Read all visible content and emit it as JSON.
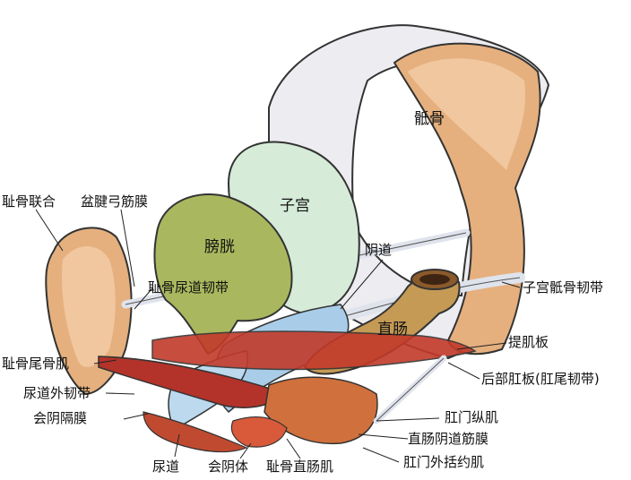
{
  "labels": {
    "sacrum": "骶骨",
    "uterus": "子宫",
    "bladder": "膀胱",
    "vagina": "阴道",
    "rectum": "直肠",
    "pubic_symphysis": "耻骨联合",
    "arcus_tendineus": "盆腱弓筋膜",
    "pubourethral_ligament": "耻骨尿道韧带",
    "uterosacral_ligament": "子宫骶骨韧带",
    "levator_plate": "提肌板",
    "pubococcygeus": "耻骨尾骨肌",
    "posterior_anal_plate": "后部肛板(肛尾韧带)",
    "external_urethral_ligament": "尿道外韧带",
    "perineal_membrane": "会阴隔膜",
    "longitudinal_anal_muscle": "肛门纵肌",
    "rectovaginal_fascia": "直肠阴道筋膜",
    "external_anal_sphincter": "肛门外括约肌",
    "urethra": "尿道",
    "perineal_body": "会阴体",
    "puborectalis": "耻骨直肠肌"
  },
  "colors": {
    "bone_light": "#f6dcc4",
    "bone_dark": "#e5b07e",
    "bladder": "#a9b85e",
    "uterus": "#d6ecd9",
    "rectum": "#c49a55",
    "muscle": "#c23a2a",
    "ligament": "#dfe3ec",
    "urethra_blue": "#a9cde8",
    "pelvis_outline": "#e9e9ee"
  }
}
